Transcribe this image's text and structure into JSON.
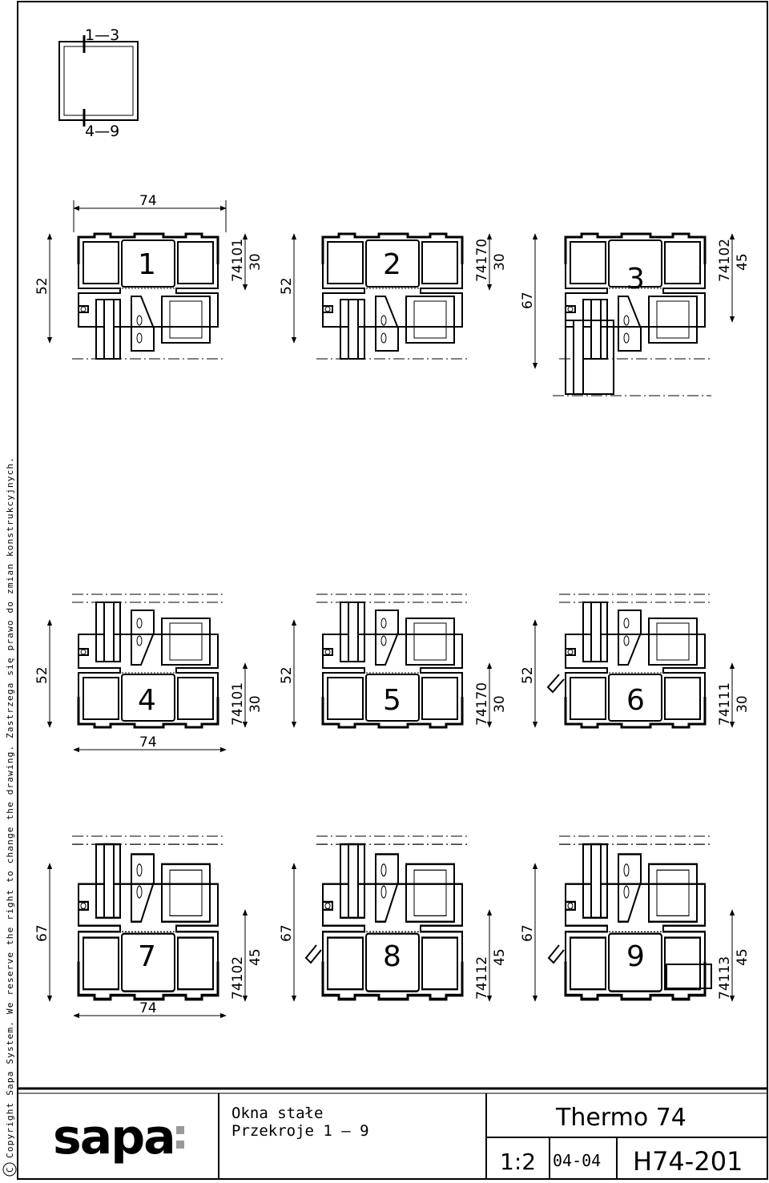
{
  "copyright_note": "Copyright Sapa System. We reserve the right to change the drawing. Zastrzega się prawo do zmian konstrukcyjnych.",
  "copyright_symbol": "C",
  "key_plan": {
    "top_label": "1—3",
    "bottom_label": "4—9"
  },
  "width_dimension": "74",
  "sections": [
    {
      "number": "1",
      "height": "52",
      "code": "74101",
      "sub": "30"
    },
    {
      "number": "2",
      "height": "52",
      "code": "74170",
      "sub": "30"
    },
    {
      "number": "3",
      "height": "67",
      "code": "74102",
      "sub": "45"
    },
    {
      "number": "4",
      "height": "52",
      "code": "74101",
      "sub": "30"
    },
    {
      "number": "5",
      "height": "52",
      "code": "74170",
      "sub": "30"
    },
    {
      "number": "6",
      "height": "52",
      "code": "74111",
      "sub": "30"
    },
    {
      "number": "7",
      "height": "67",
      "code": "74102",
      "sub": "45"
    },
    {
      "number": "8",
      "height": "67",
      "code": "74112",
      "sub": "45"
    },
    {
      "number": "9",
      "height": "67",
      "code": "74113",
      "sub": "45"
    }
  ],
  "title_block": {
    "logo": "sapa",
    "title_line1": "Okna stałe",
    "title_line2": "Przekroje 1 — 9",
    "system": "Thermo 74",
    "scale": "1:2",
    "date": "04-04",
    "drawing_number": "H74-201"
  }
}
